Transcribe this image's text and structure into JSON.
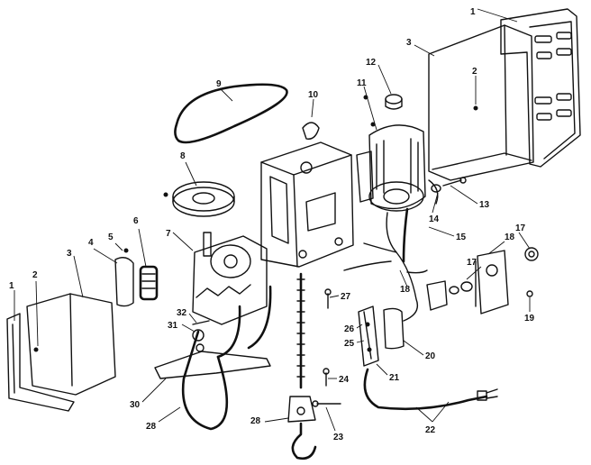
{
  "diagram": {
    "callouts": [
      {
        "id": "c1a",
        "label": "1"
      },
      {
        "id": "c3a",
        "label": "3"
      },
      {
        "id": "c2a",
        "label": "2"
      },
      {
        "id": "c12",
        "label": "12"
      },
      {
        "id": "c11",
        "label": "11"
      },
      {
        "id": "c13",
        "label": "13"
      },
      {
        "id": "c14",
        "label": "14"
      },
      {
        "id": "c10",
        "label": "10"
      },
      {
        "id": "c9",
        "label": "9"
      },
      {
        "id": "c8",
        "label": "8"
      },
      {
        "id": "c15",
        "label": "15"
      },
      {
        "id": "c18a",
        "label": "18"
      },
      {
        "id": "c17a",
        "label": "17"
      },
      {
        "id": "c17b",
        "label": "17"
      },
      {
        "id": "c18b",
        "label": "18"
      },
      {
        "id": "c19",
        "label": "19"
      },
      {
        "id": "c27",
        "label": "27"
      },
      {
        "id": "c26",
        "label": "26"
      },
      {
        "id": "c25",
        "label": "25"
      },
      {
        "id": "c20",
        "label": "20"
      },
      {
        "id": "c21",
        "label": "21"
      },
      {
        "id": "c24",
        "label": "24"
      },
      {
        "id": "c23",
        "label": "23"
      },
      {
        "id": "c22",
        "label": "22"
      },
      {
        "id": "c28a",
        "label": "28"
      },
      {
        "id": "c28b",
        "label": "28"
      },
      {
        "id": "c30",
        "label": "30"
      },
      {
        "id": "c31",
        "label": "31"
      },
      {
        "id": "c32",
        "label": "32"
      },
      {
        "id": "c7",
        "label": "7"
      },
      {
        "id": "c6",
        "label": "6"
      },
      {
        "id": "c5",
        "label": "5"
      },
      {
        "id": "c4",
        "label": "4"
      },
      {
        "id": "c3b",
        "label": "3"
      },
      {
        "id": "c2b",
        "label": "2"
      },
      {
        "id": "c1b",
        "label": "1"
      }
    ]
  }
}
